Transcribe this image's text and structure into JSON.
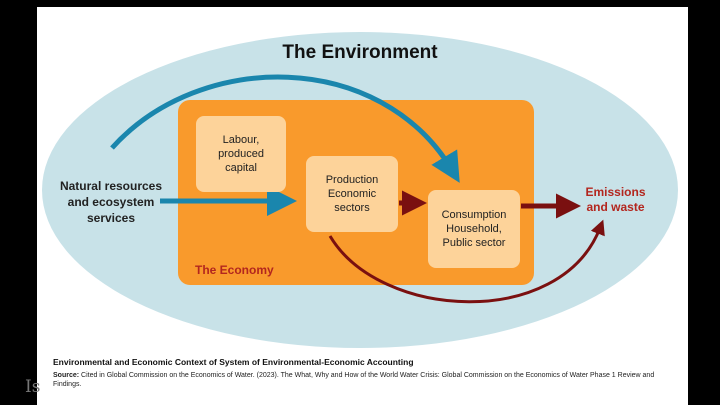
{
  "diagram": {
    "environment_label": "The Environment",
    "economy_label": "The Economy",
    "labour_box": "Labour, produced capital",
    "production_box": "Production Economic sectors",
    "consumption_box": "Consumption Household, Public sector",
    "natural_resources": "Natural resources and ecosystem services",
    "emissions": "Emissions and waste"
  },
  "caption": {
    "title": "Environmental and Economic Context of System of Environmental-Economic Accounting",
    "source_label": "Source:",
    "source_text": "Cited in Global Commission on the Economics of Water. (2023). The What, Why and How of the World Water Crisis: Global Commission on the Economics of Water Phase 1 Review and Findings."
  },
  "side_text": "Is",
  "colors": {
    "environment": "#c8e2e8",
    "economy": "#f99a2c",
    "box": "#fdd39a",
    "blue_arrow": "#1a86ad",
    "red_arrow": "#7a1010"
  }
}
